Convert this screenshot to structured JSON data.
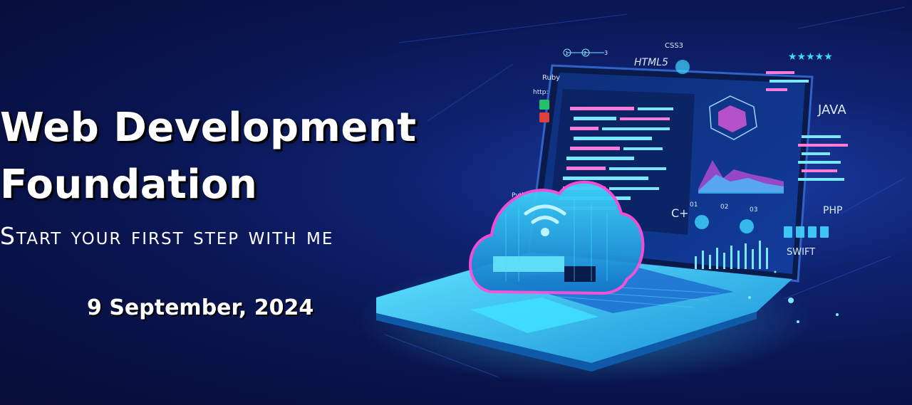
{
  "banner": {
    "title_line1": "Web Development",
    "title_line2": "Foundation",
    "subtitle": "Start your first step with me",
    "date": "9 September, 2024"
  },
  "illustration": {
    "labels": {
      "css3": "CSS3",
      "html5": "HTML5",
      "ruby": "Ruby",
      "http": "http:",
      "java": "JAVA",
      "php": "PHP",
      "swift": "SWIFT",
      "cplus": "C+",
      "python": "Pytho",
      "step1": "1",
      "step2": "2",
      "step3": "3",
      "num01": "01",
      "num02": "02",
      "num03": "03"
    },
    "rating_stars": 5,
    "icons": [
      "cloud-wifi-icon",
      "laptop-icon",
      "radar-chart-icon",
      "check-icon",
      "close-icon",
      "document-icon"
    ]
  },
  "colors": {
    "background": "#0a1550",
    "accent_cyan": "#3fe0ff",
    "accent_pink": "#ff4fd8",
    "text": "#ffffff"
  }
}
